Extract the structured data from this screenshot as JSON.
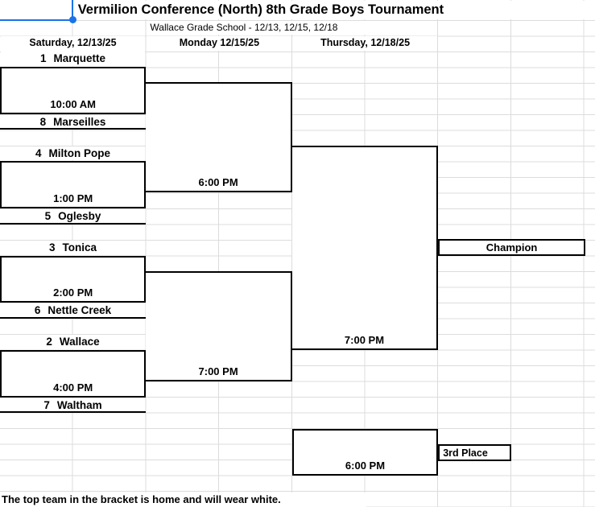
{
  "sheet": {
    "title": "Vermilion Conference (North) 8th Grade Boys Tournament",
    "subtitle": "Wallace Grade School - 12/13, 12/15, 12/18",
    "note": "The top team in the bracket is home and will wear white.",
    "day_headers": [
      "Saturday, 12/13/25",
      "Monday 12/15/25",
      "Thursday, 12/18/25"
    ]
  },
  "bracket": {
    "round1": [
      {
        "seed_top": "1",
        "team_top": "Marquette",
        "seed_bottom": "8",
        "team_bottom": "Marseilles",
        "time": "10:00 AM"
      },
      {
        "seed_top": "4",
        "team_top": "Milton Pope",
        "seed_bottom": "5",
        "team_bottom": "Oglesby",
        "time": "1:00 PM"
      },
      {
        "seed_top": "3",
        "team_top": "Tonica",
        "seed_bottom": "6",
        "team_bottom": "Nettle Creek",
        "time": "2:00 PM"
      },
      {
        "seed_top": "2",
        "team_top": "Wallace",
        "seed_bottom": "7",
        "team_bottom": "Waltham",
        "time": "4:00 PM"
      }
    ],
    "semifinals": [
      {
        "time": "6:00 PM"
      },
      {
        "time": "7:00 PM"
      }
    ],
    "final": {
      "time": "7:00 PM"
    },
    "third_place_game": {
      "time": "6:00 PM"
    },
    "champion_label": "Champion",
    "third_place_label": "3rd Place"
  },
  "colors": {
    "selection_blue": "#1a73e8",
    "gridline": "#dcdcdc",
    "bracket_border": "#000000"
  }
}
